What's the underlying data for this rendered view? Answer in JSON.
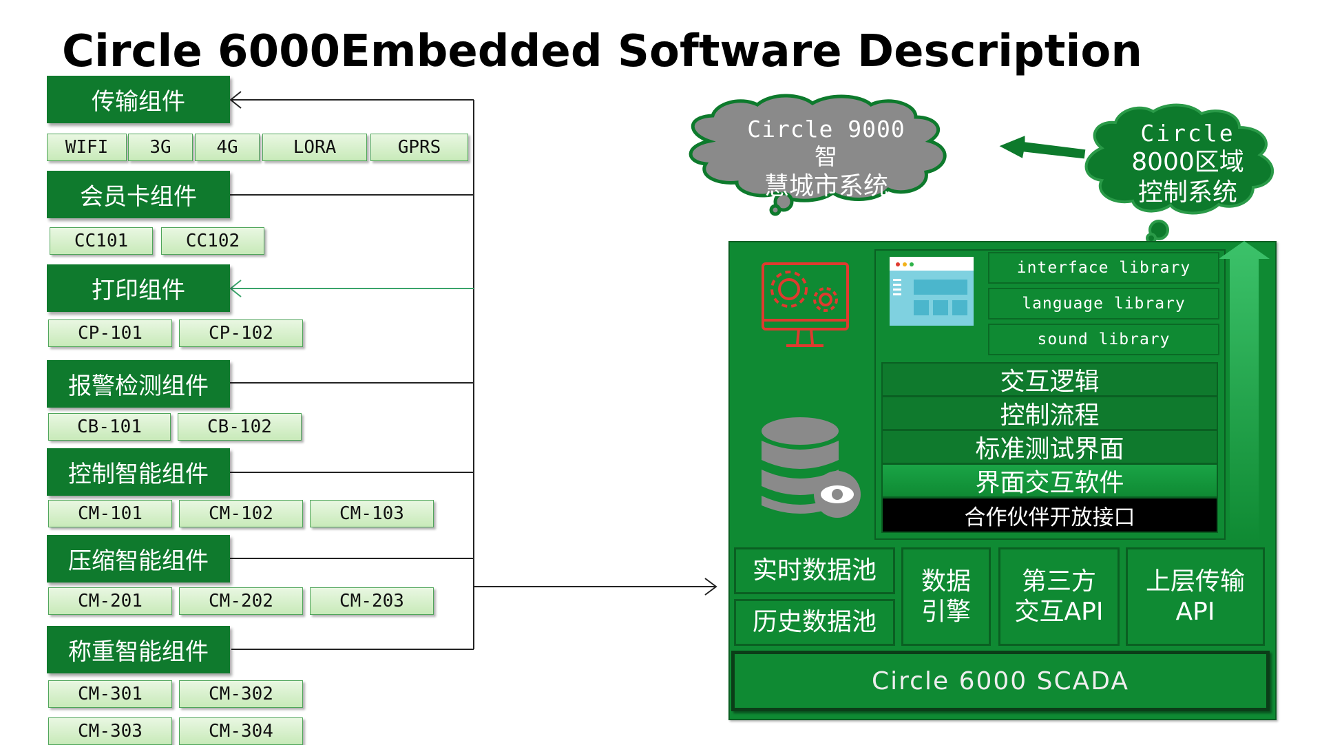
{
  "title": "Circle 6000Embedded Software Description",
  "components": [
    {
      "label": "传输组件",
      "chips": [
        "WIFI",
        "3G",
        "4G",
        "LORA",
        "GPRS"
      ]
    },
    {
      "label": "会员卡组件",
      "chips": [
        "CC101",
        "CC102"
      ]
    },
    {
      "label": "打印组件",
      "chips": [
        "CP-101",
        "CP-102"
      ]
    },
    {
      "label": "报警检测组件",
      "chips": [
        "CB-101",
        "CB-102"
      ]
    },
    {
      "label": "控制智能组件",
      "chips": [
        "CM-101",
        "CM-102",
        "CM-103"
      ]
    },
    {
      "label": "压缩智能组件",
      "chips": [
        "CM-201",
        "CM-202",
        "CM-203"
      ]
    },
    {
      "label": "称重智能组件",
      "chips": [
        "CM-301",
        "CM-302",
        "CM-303",
        "CM-304"
      ]
    }
  ],
  "clouds": {
    "gray": "Circle 9000智慧城市系统",
    "gray_lines": [
      "Circle 9000智",
      "慧城市系统"
    ],
    "green_lines": [
      "Circle",
      "8000区域",
      "控制系统"
    ]
  },
  "libraries": [
    "interface library",
    "language library",
    "sound library"
  ],
  "layers": [
    "交互逻辑",
    "控制流程",
    "标准测试界面",
    "界面交互软件",
    "合作伙伴开放接口"
  ],
  "modules": {
    "realtime_pool": "实时数据池",
    "history_pool": "历史数据池",
    "data_engine": [
      "数据",
      "引擎"
    ],
    "third_party": [
      "第三方",
      "交互API"
    ],
    "upper_transfer": [
      "上层传输",
      "API"
    ]
  },
  "scada": "Circle 6000  SCADA",
  "icons": [
    "monitor-gears-icon",
    "app-window-icon",
    "database-eye-icon",
    "up-arrow-icon"
  ],
  "colors": {
    "green": "#0f8a33",
    "dark_green": "#0f7a2d",
    "chip_green": "#c8eab9",
    "cloud_gray": "#8a8a8a",
    "cloud_green": "#0d7a2c",
    "icon_red": "#e03a2f"
  }
}
